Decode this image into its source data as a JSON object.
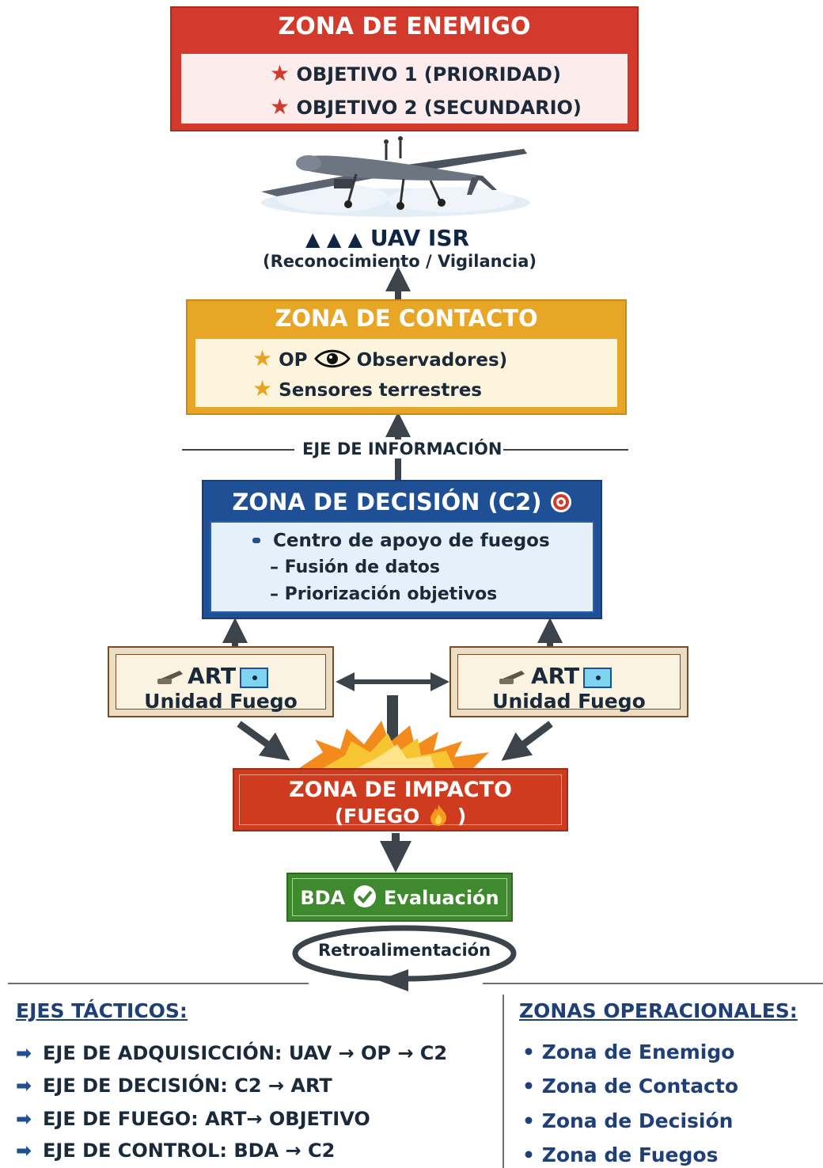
{
  "enemy": {
    "title": "ZONA DE ENEMIGO",
    "objective1": "OBJETIVO 1 (PRIORIDAD)",
    "objective2": "OBJETIVO 2 (SECUNDARIO)"
  },
  "uav": {
    "label": "UAV ISR",
    "sublabel": "(Reconocimiento / Vigilancia)"
  },
  "contact": {
    "title": "ZONA DE CONTACTO",
    "item1_prefix": "OP",
    "item1_suffix": "Observadores)",
    "item2": "Sensores terrestres"
  },
  "info_axis": "EJE DE INFORMACIÓN",
  "decision": {
    "title": "ZONA DE DECISIÓN (C2)",
    "item1": "Centro de apoyo de fuegos",
    "item2": "– Fusión de datos",
    "item3": "– Priorización objetivos"
  },
  "fire_units": [
    {
      "title": "ART",
      "subtitle": "Unidad Fuego"
    },
    {
      "title": "ART",
      "subtitle": "Unidad Fuego"
    }
  ],
  "impact": {
    "title": "ZONA DE IMPACTO",
    "subtitle_prefix": "(FUEGO",
    "subtitle_suffix": ")"
  },
  "bda": {
    "label": "BDA",
    "evaluation": "Evaluación"
  },
  "feedback": "Retroalimentación",
  "tactical_axes": {
    "title": "EJES TÁCTICOS:",
    "items": [
      "EJE DE ADQUISICCIÓN: UAV → OP → C2",
      "EJE DE DECISIÓN: C2 → ART",
      "EJE DE FUEGO: ART→ OBJETIVO",
      "EJE DE CONTROL: BDA → C2"
    ]
  },
  "operational_zones": {
    "title": "ZONAS OPERACIONALES:",
    "items": [
      "Zona de Enemigo",
      "Zona de Contacto",
      "Zona de Decisión",
      "Zona de Fuegos"
    ]
  },
  "colors": {
    "enemy": "#d33a2c",
    "contact": "#e7a626",
    "decision": "#1f4f95",
    "impact": "#cf3b1f",
    "bda": "#3f8a2e",
    "unit_border": "#7a4a2a"
  },
  "icons": [
    "star-icon",
    "drone-icon",
    "triangle-icon",
    "eye-icon",
    "target-icon",
    "cannon-icon",
    "flag-icon",
    "explosion-icon",
    "flame-icon",
    "check-icon",
    "cycle-arrow-icon",
    "arrow-right-icon",
    "bullet-icon"
  ]
}
